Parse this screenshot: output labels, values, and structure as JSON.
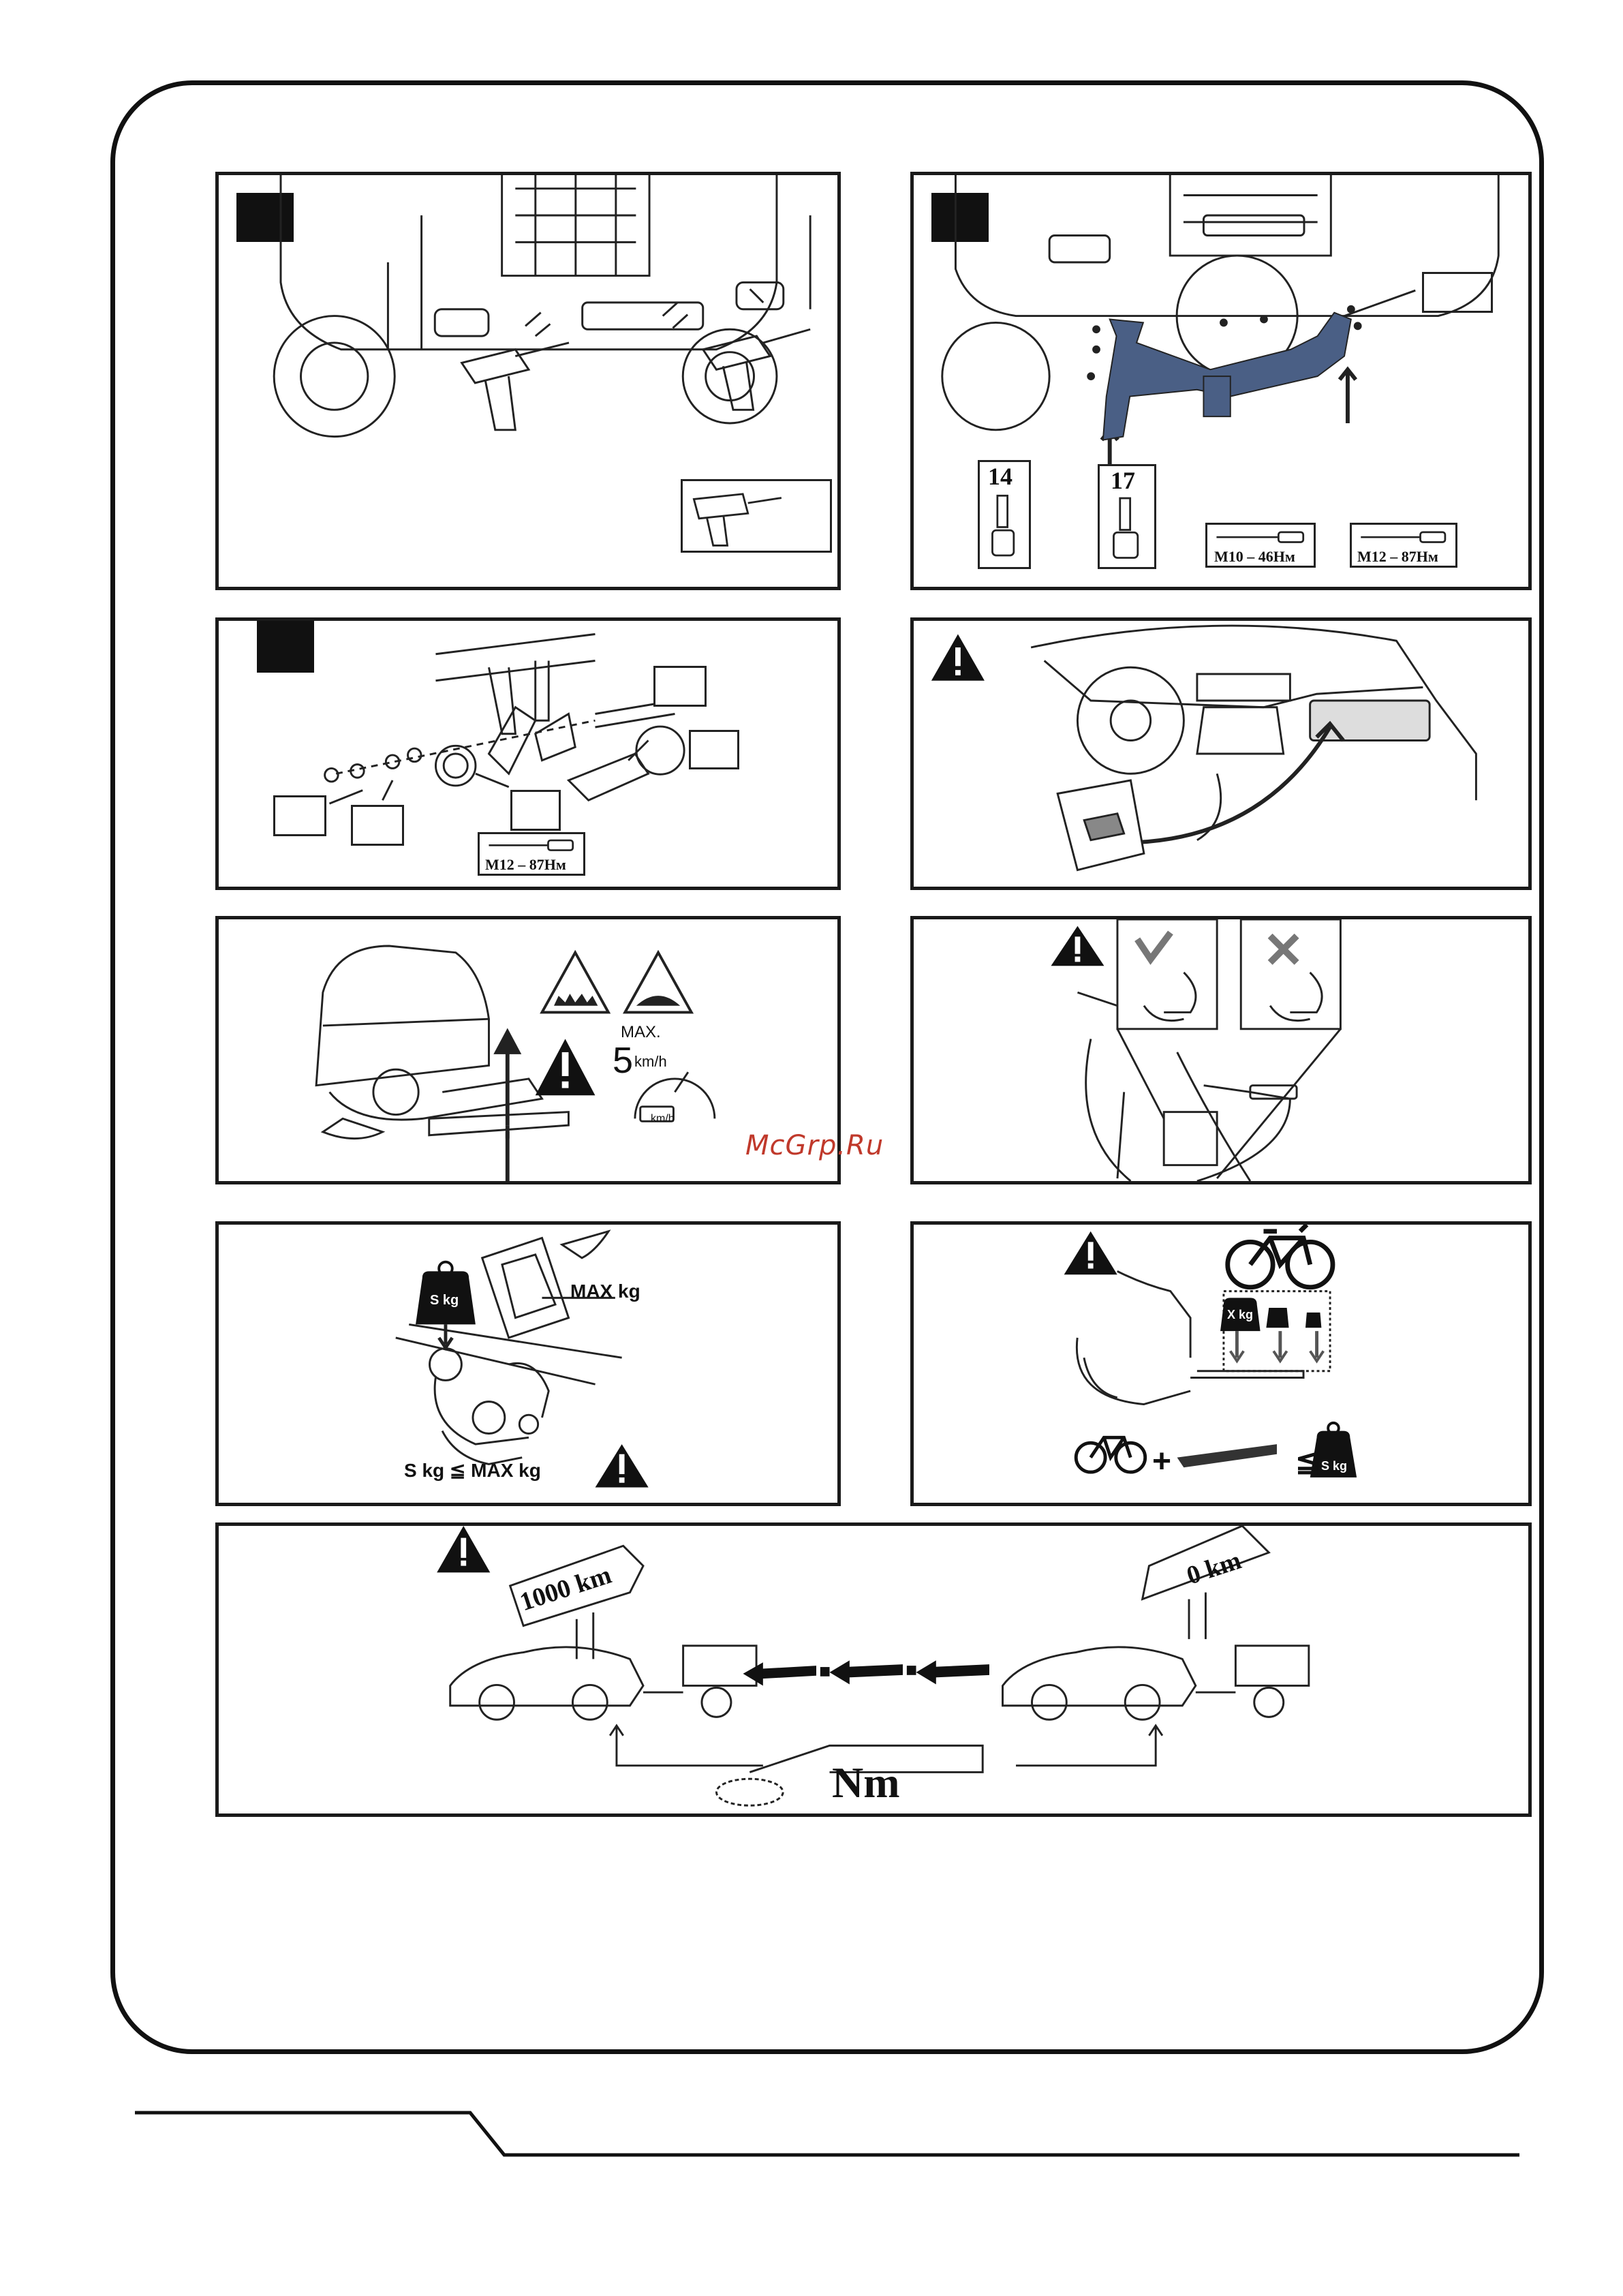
{
  "watermark": "McGrp.Ru",
  "panels": {
    "drill": {
      "label": "drill-step"
    },
    "crossbar": {
      "wrench1": "14",
      "wrench2": "17",
      "torque1": "M10 – 46Нм",
      "torque2": "M12 – 87Нм"
    },
    "towball": {
      "torque": "M12 – 87Нм"
    },
    "speed": {
      "max_label": "MAX.",
      "speed_value": "5",
      "speed_unit": "km/h",
      "gauge_unit": "km/h"
    },
    "load": {
      "s_kg": "S kg",
      "max_kg": "MAX kg",
      "formula": "S kg ≦ MAX kg"
    },
    "bike": {
      "x_kg": "X kg",
      "s_kg": "S kg",
      "plus": "+",
      "leq": "≦"
    },
    "trailer": {
      "sign_left": "1000 km",
      "sign_right": "0 km",
      "nm": "Nm"
    }
  },
  "colors": {
    "line": "#1a1a1a",
    "bracket_blue": "#4a5f85",
    "watermark": "#c0392b"
  }
}
